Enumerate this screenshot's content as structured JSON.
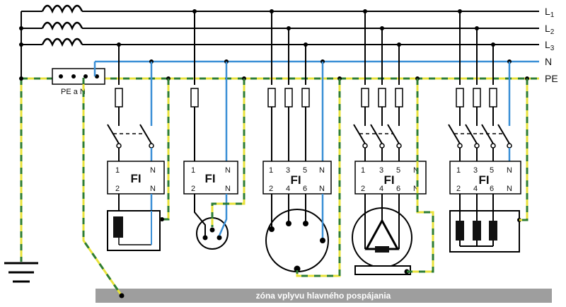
{
  "rails": {
    "l1": {
      "letter": "L",
      "sub": "1"
    },
    "l2": {
      "letter": "L",
      "sub": "2"
    },
    "l3": {
      "letter": "L",
      "sub": "3"
    },
    "n": "N",
    "pe": "PE"
  },
  "terminal_block_label": "PE a N",
  "rcd_tag": "FI",
  "rcd_n": "N",
  "rcd_single": {
    "in": "1",
    "out": "2"
  },
  "rcd_three": {
    "in": [
      "1",
      "3",
      "5"
    ],
    "out": [
      "2",
      "4",
      "6"
    ]
  },
  "bonding_zone_label": "zóna vplyvu hlavného pospájania",
  "colors": {
    "wire": "#000000",
    "neutral": "#3a8fd6",
    "pe_yellow": "#e8e23a",
    "pe_green": "#2e7d32",
    "band": "#9e9e9e"
  }
}
